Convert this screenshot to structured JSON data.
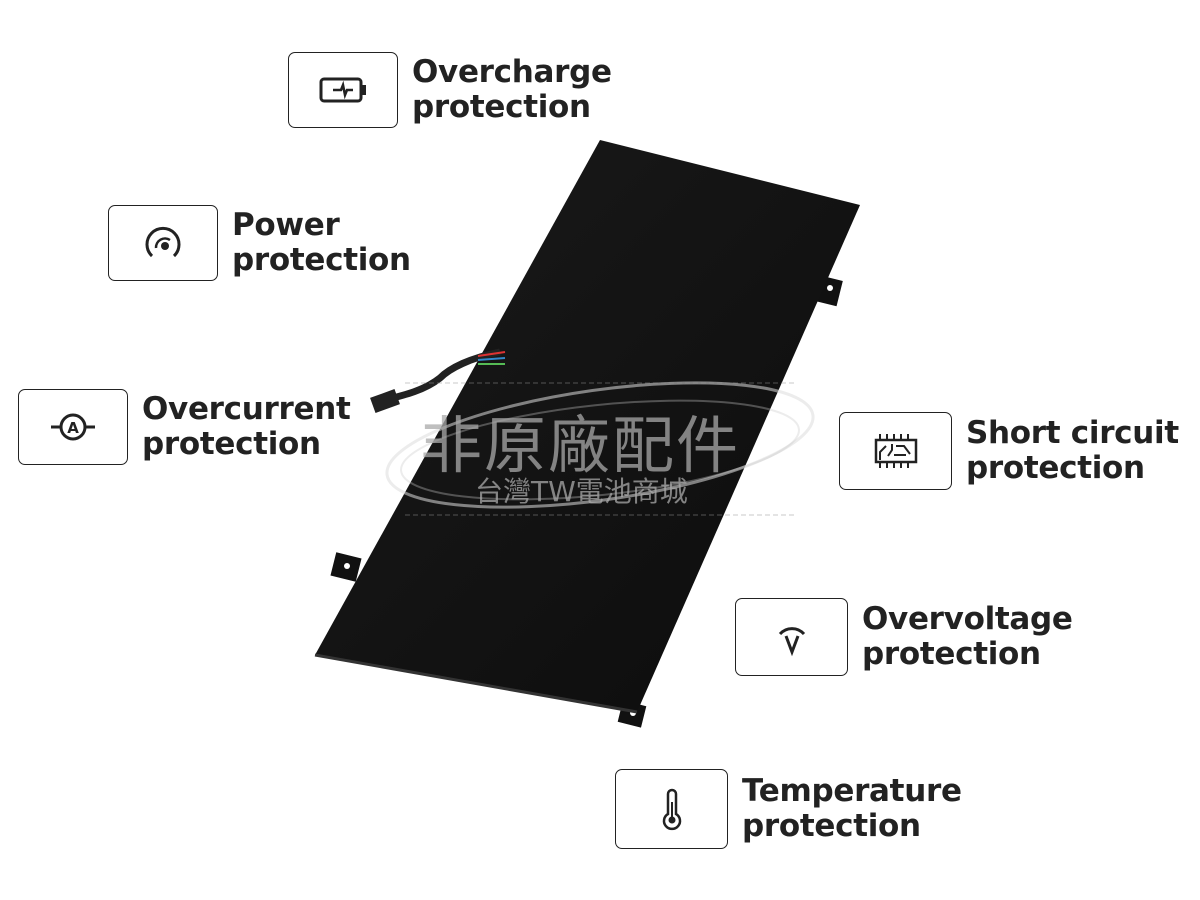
{
  "features": [
    {
      "id": "overcharge",
      "icon": "battery-charge-icon",
      "line1": "Overcharge",
      "line2": "protection"
    },
    {
      "id": "power",
      "icon": "gauge-icon",
      "line1": "Power",
      "line2": "protection"
    },
    {
      "id": "overcurrent",
      "icon": "ammeter-icon",
      "line1": "Overcurrent",
      "line2": "protection"
    },
    {
      "id": "short-circuit",
      "icon": "circuit-chip-icon",
      "line1": "Short circuit",
      "line2": "protection"
    },
    {
      "id": "overvoltage",
      "icon": "voltmeter-icon",
      "line1": "Overvoltage",
      "line2": "protection"
    },
    {
      "id": "temperature",
      "icon": "thermometer-icon",
      "line1": "Temperature",
      "line2": "protection"
    }
  ],
  "watermark": {
    "line1": "非原廠配件",
    "line2": "台灣TW電池商城"
  }
}
